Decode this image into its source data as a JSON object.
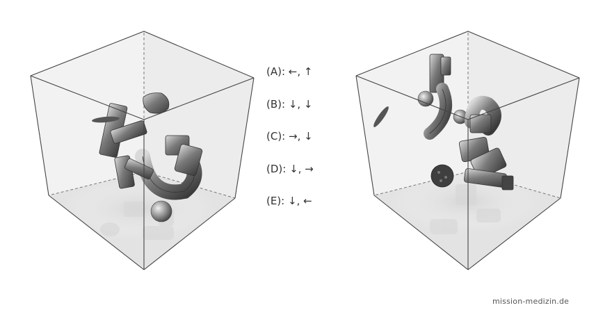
{
  "options": [
    {
      "label": "(A): ←, ↑"
    },
    {
      "label": "(B): ↓, ↓"
    },
    {
      "label": "(C): →, ↓"
    },
    {
      "label": "(D): ↓, →"
    },
    {
      "label": "(E): ↓, ←"
    }
  ],
  "watermark": "mission-medizin.de",
  "colors": {
    "cube_edge": "#444444",
    "object": "#6e6e6e",
    "text": "#333333"
  }
}
